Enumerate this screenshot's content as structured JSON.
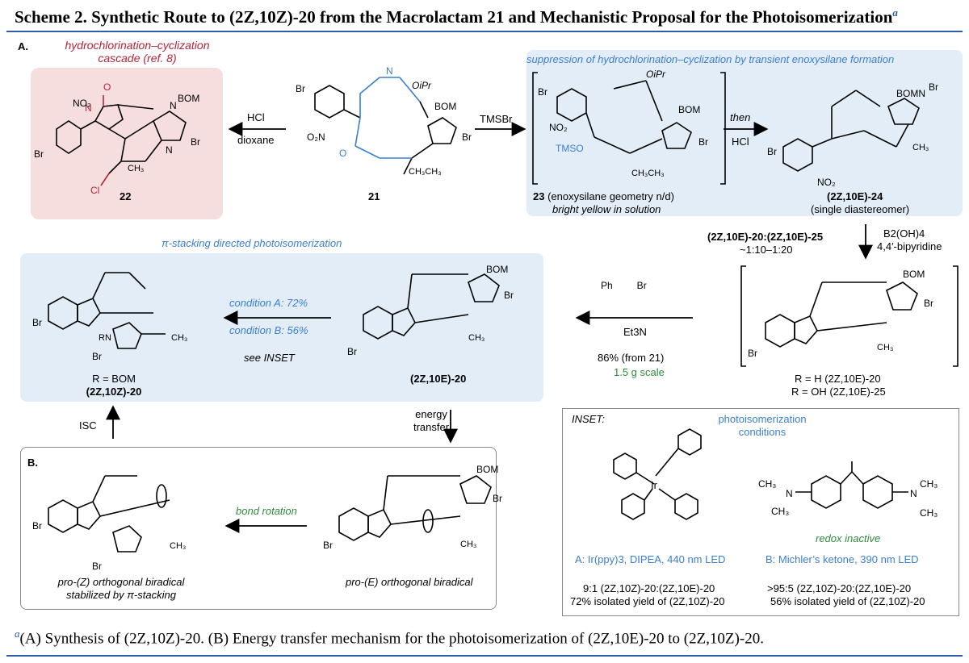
{
  "title": {
    "text": "Scheme 2. Synthetic Route to (2Z,10Z)-20 from the Macrolactam 21 and Mechanistic Proposal for the Photoisomerization",
    "footnote_marker": "a"
  },
  "section_a_label": "A.",
  "section_b_label": "B.",
  "cascade_note": {
    "line1": "hydrochlorination–cyclization",
    "line2": "cascade (ref. 8)"
  },
  "suppression_note": "suppression of hydrochlorination–cyclization by transient enoxysilane formation",
  "pi_stacking_note": "π-stacking directed photoisomerization",
  "compounds": {
    "c22": "22",
    "c21": "21",
    "c23": "23",
    "c23_note": "(enoxysilane geometry n/d)",
    "c23_note2": "bright yellow in solution",
    "c24": "(2Z,10E)-24",
    "c24_note": "(single diastereomer)",
    "c20_E": "(2Z,10E)-20",
    "c20_Z_R": "R = BOM",
    "c20_Z": "(2Z,10Z)-20",
    "r_h": "R = H (2Z,10E)-20",
    "r_oh": "R = OH (2Z,10E)-25"
  },
  "arrows": {
    "hcl": "HCl",
    "dioxane": "dioxane",
    "tmsbr": "TMSBr",
    "then": "then",
    "hcl2": "HCl",
    "ratio": "(2Z,10E)-20:(2Z,10E)-25",
    "ratio_val": "~1:10–1:20",
    "b2oh4": "B2(OH)4",
    "bipy": "4,4′-bipyridine",
    "et3n": "Et3N",
    "yield": "86% (from 21)",
    "scale": "1.5 g scale",
    "cond_a": "condition A: 72%",
    "cond_b": "condition B: 56%",
    "see_inset": "see INSET",
    "energy1": "energy",
    "energy2": "transfer",
    "isc": "ISC",
    "bond_rotation": "bond rotation"
  },
  "biradicals": {
    "pro_z_1": "pro-(Z) orthogonal biradical",
    "pro_z_2": "stabilized by π-stacking",
    "pro_e": "pro-(E) orthogonal biradical"
  },
  "inset": {
    "label": "INSET:",
    "heading1": "photoisomerization",
    "heading2": "conditions",
    "redox": "redox inactive",
    "cond_a": "A: Ir(ppy)3, DIPEA, 440 nm LED",
    "cond_b": "B: Michler’s ketone, 390 nm LED",
    "a_ratio": "9:1 (2Z,10Z)-20:(2Z,10E)-20",
    "a_yield": "72% isolated yield of (2Z,10Z)-20",
    "b_ratio": ">95:5 (2Z,10Z)-20:(2Z,10E)-20",
    "b_yield": "56% isolated yield of (2Z,10Z)-20"
  },
  "footnote": "(A) Synthesis of (2Z,10Z)-20. (B) Energy transfer mechanism for the photoisomerization of (2Z,10E)-20 to (2Z,10Z)-20.",
  "colors": {
    "accent_blue": "#3a7fd0",
    "red": "#b3243a",
    "green": "#2e8b3a",
    "panel_blue": "#e3edf8",
    "panel_red": "#f7dede"
  }
}
